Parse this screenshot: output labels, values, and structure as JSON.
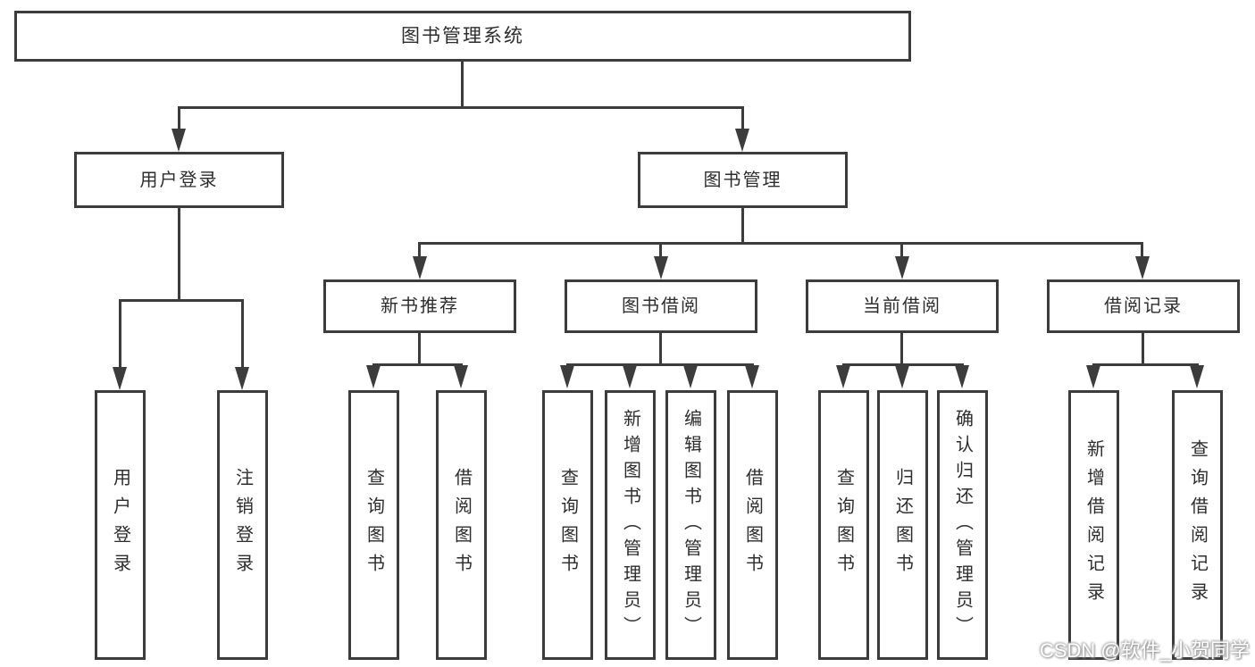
{
  "diagram": {
    "root": {
      "label": "图书管理系统"
    },
    "level2": [
      {
        "label": "用户登录"
      },
      {
        "label": "图书管理"
      }
    ],
    "level3": [
      {
        "label": "新书推荐"
      },
      {
        "label": "图书借阅"
      },
      {
        "label": "当前借阅"
      },
      {
        "label": "借阅记录"
      }
    ],
    "leaves": [
      {
        "label": "用户登录",
        "parent": "用户登录"
      },
      {
        "label": "注销登录",
        "parent": "用户登录"
      },
      {
        "label": "查询图书",
        "parent": "新书推荐"
      },
      {
        "label": "借阅图书",
        "parent": "新书推荐"
      },
      {
        "label": "查询图书",
        "parent": "图书借阅"
      },
      {
        "label": "新增图书（管理员）",
        "parent": "图书借阅"
      },
      {
        "label": "编辑图书（管理员）",
        "parent": "图书借阅"
      },
      {
        "label": "借阅图书",
        "parent": "图书借阅"
      },
      {
        "label": "查询图书",
        "parent": "当前借阅"
      },
      {
        "label": "归还图书",
        "parent": "当前借阅"
      },
      {
        "label": "确认归还（管理员）",
        "parent": "当前借阅"
      },
      {
        "label": "新增借阅记录",
        "parent": "借阅记录"
      },
      {
        "label": "查询借阅记录",
        "parent": "借阅记录"
      }
    ],
    "watermark": "CSDN @软件_小贺同学",
    "colors": {
      "line": "#3c3c3c",
      "box_background": "#ffffff",
      "text": "#2d2d2d",
      "watermark_text": "#ffffff"
    }
  }
}
